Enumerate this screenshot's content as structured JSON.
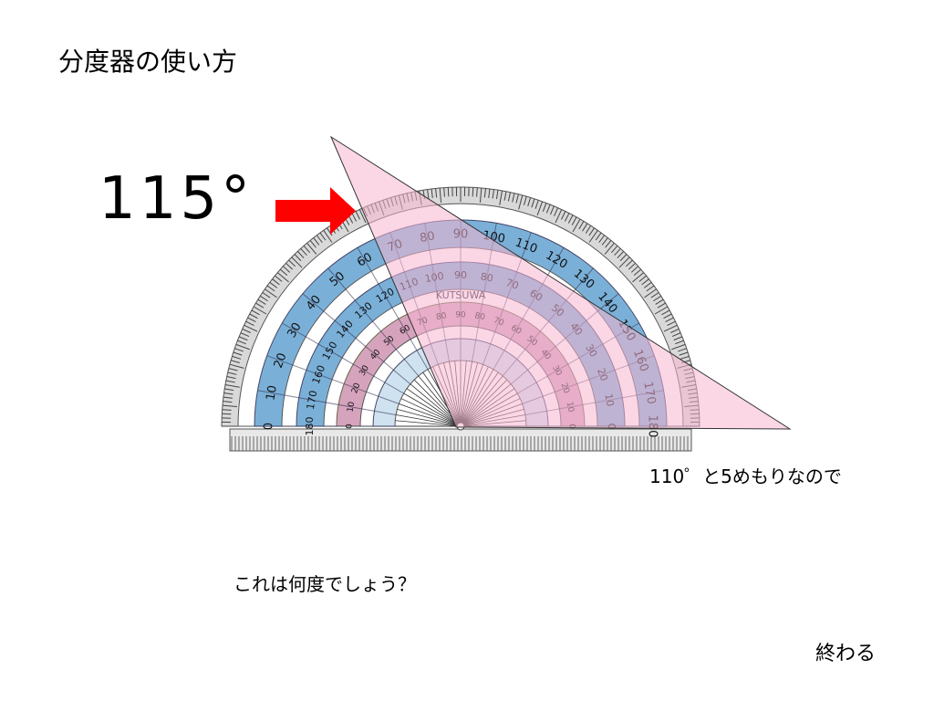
{
  "title": "分度器の使い方",
  "answer_text": "115°",
  "explanation_text": "110゜と5めもりなので",
  "question_text": "これは何度でしょう？",
  "end_label": "終わる",
  "protractor": {
    "brand": "KUTSUWA",
    "outer_scale_labels": [
      "0",
      "10",
      "20",
      "30",
      "40",
      "50",
      "60",
      "70",
      "80",
      "90",
      "100",
      "110",
      "120",
      "130",
      "140",
      "150",
      "160",
      "170",
      "180"
    ],
    "pink_scale_labels": [
      "180",
      "170",
      "160",
      "150",
      "140",
      "130",
      "120",
      "110",
      "100",
      "90",
      "80",
      "70",
      "60",
      "50",
      "40",
      "30",
      "20",
      "10",
      "0"
    ],
    "inner_scale_labels": [
      "0",
      "10",
      "20",
      "30",
      "40",
      "50",
      "60",
      "70",
      "80",
      "90",
      "80",
      "70",
      "60",
      "50",
      "40",
      "30",
      "20",
      "10",
      "0"
    ]
  },
  "colors": {
    "blue_band": "#7ab0d8",
    "pink_band": "#f3b7cf",
    "triangle_fill": "#f7b6d2",
    "arrow": "#ff0000"
  }
}
